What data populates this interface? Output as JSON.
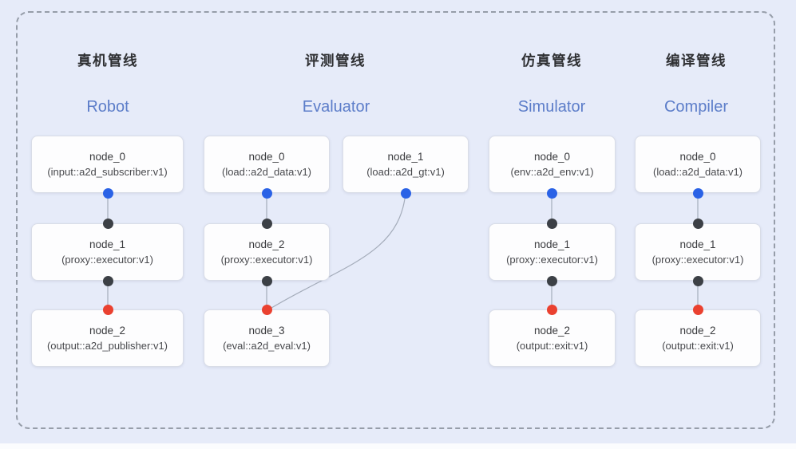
{
  "figure": {
    "type": "pipeline-diagram"
  },
  "colors": {
    "background": "#e6ebf9",
    "frame_dash": "#969da9",
    "box_border": "#d9dde7",
    "edge_line": "#a4acba",
    "blue_port": "#2a62e6",
    "dark_port": "#3c4046",
    "red_port": "#ea4130",
    "subtitle_blue": "#5c7dc9"
  },
  "pipelines": [
    {
      "title_zh": "真机管线",
      "title_en": "Robot",
      "nodes": [
        {
          "name": "node_0",
          "param": "(input::a2d_subscriber:v1)"
        },
        {
          "name": "node_1",
          "param": "(proxy::executor:v1)"
        },
        {
          "name": "node_2",
          "param": "(output::a2d_publisher:v1)"
        }
      ]
    },
    {
      "title_zh": "评测管线",
      "title_en": "Evaluator",
      "nodes": [
        {
          "name": "node_0",
          "param": "(load::a2d_data:v1)"
        },
        {
          "name": "node_1",
          "param": "(load::a2d_gt:v1)"
        },
        {
          "name": "node_2",
          "param": "(proxy::executor:v1)"
        },
        {
          "name": "node_3",
          "param": "(eval::a2d_eval:v1)"
        }
      ]
    },
    {
      "title_zh": "仿真管线",
      "title_en": "Simulator",
      "nodes": [
        {
          "name": "node_0",
          "param": "(env::a2d_env:v1)"
        },
        {
          "name": "node_1",
          "param": "(proxy::executor:v1)"
        },
        {
          "name": "node_2",
          "param": "(output::exit:v1)"
        }
      ]
    },
    {
      "title_zh": "编译管线",
      "title_en": "Compiler",
      "nodes": [
        {
          "name": "node_0",
          "param": "(load::a2d_data:v1)"
        },
        {
          "name": "node_1",
          "param": "(proxy::executor:v1)"
        },
        {
          "name": "node_2",
          "param": "(output::exit:v1)"
        }
      ]
    }
  ]
}
